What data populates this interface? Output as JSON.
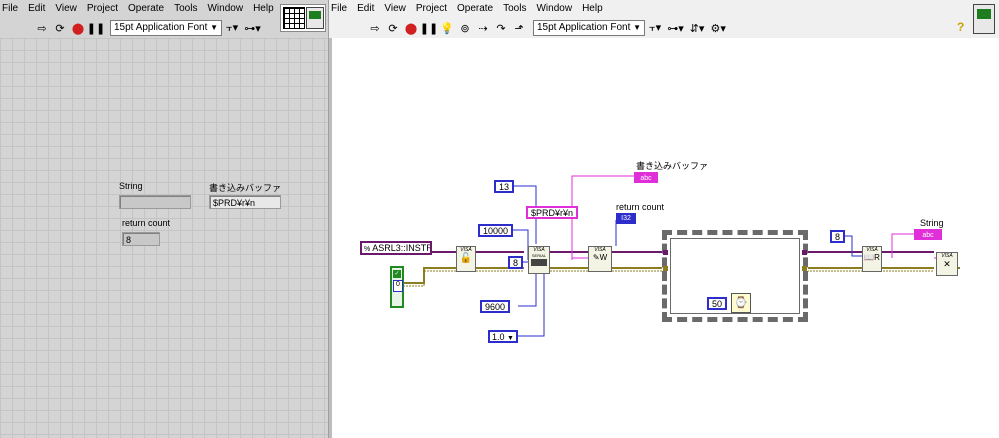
{
  "front_panel": {
    "menu": [
      "File",
      "Edit",
      "View",
      "Project",
      "Operate",
      "Tools",
      "Window",
      "Help"
    ],
    "font": "15pt Application Font",
    "controls": {
      "string_label": "String",
      "string_value": "",
      "buffer_label": "書き込みバッファ",
      "buffer_value": "$PRD¥r¥n",
      "count_label": "return count",
      "count_value": "8"
    }
  },
  "block_diagram": {
    "menu": [
      "File",
      "Edit",
      "View",
      "Project",
      "Operate",
      "Tools",
      "Window",
      "Help"
    ],
    "font": "15pt Application Font",
    "help_icon": "?",
    "resource_const": "ASRL3::INSTR",
    "const_13": "13",
    "const_10000": "10000",
    "const_8_serial": "8",
    "const_9600": "9600",
    "const_1_0": "1.0",
    "write_const": "$PRD¥r¥n",
    "buffer_label": "書き込みバッファ",
    "buffer_ind": "abc",
    "return_count_label": "return count",
    "return_count_ind": "I32",
    "const_8_read": "8",
    "string_label": "String",
    "string_ind": "abc",
    "wait_ms": "50",
    "error_cluster_label": "0",
    "visa_tag": "VISA",
    "serial_tag": "SERIAL"
  },
  "colors": {
    "wire_pink": "#e02fd8",
    "wire_blue": "#2d2dcc",
    "wire_olive": "#8c7d1e",
    "wire_purple": "#6b1a6b",
    "error_green": "#1f8a1f"
  }
}
